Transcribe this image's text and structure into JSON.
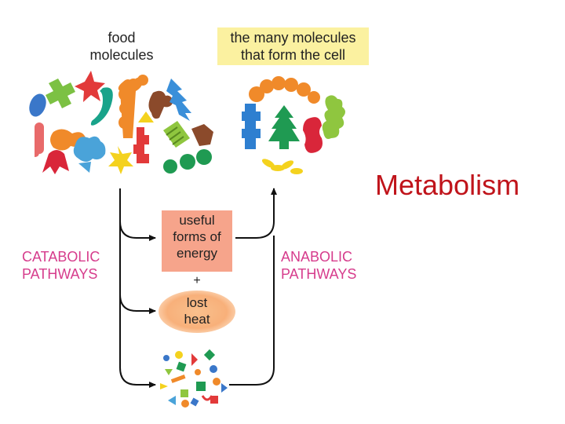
{
  "labels": {
    "food": [
      "food",
      "molecules"
    ],
    "cell": [
      "the many molecules",
      "that form the cell"
    ],
    "catabolic": [
      "CATABOLIC",
      "PATHWAYS"
    ],
    "anabolic": [
      "ANABOLIC",
      "PATHWAYS"
    ],
    "energy": [
      "useful",
      "forms of",
      "energy"
    ],
    "plus": "+",
    "heat": [
      "lost",
      "heat"
    ]
  },
  "title": "Metabolism",
  "colors": {
    "pathway_label": "#d63c8c",
    "energy_box": "#f6a48b",
    "heat": "#f8b07a",
    "cell_highlight": "#fbf1a0",
    "title": "#c0141b"
  }
}
